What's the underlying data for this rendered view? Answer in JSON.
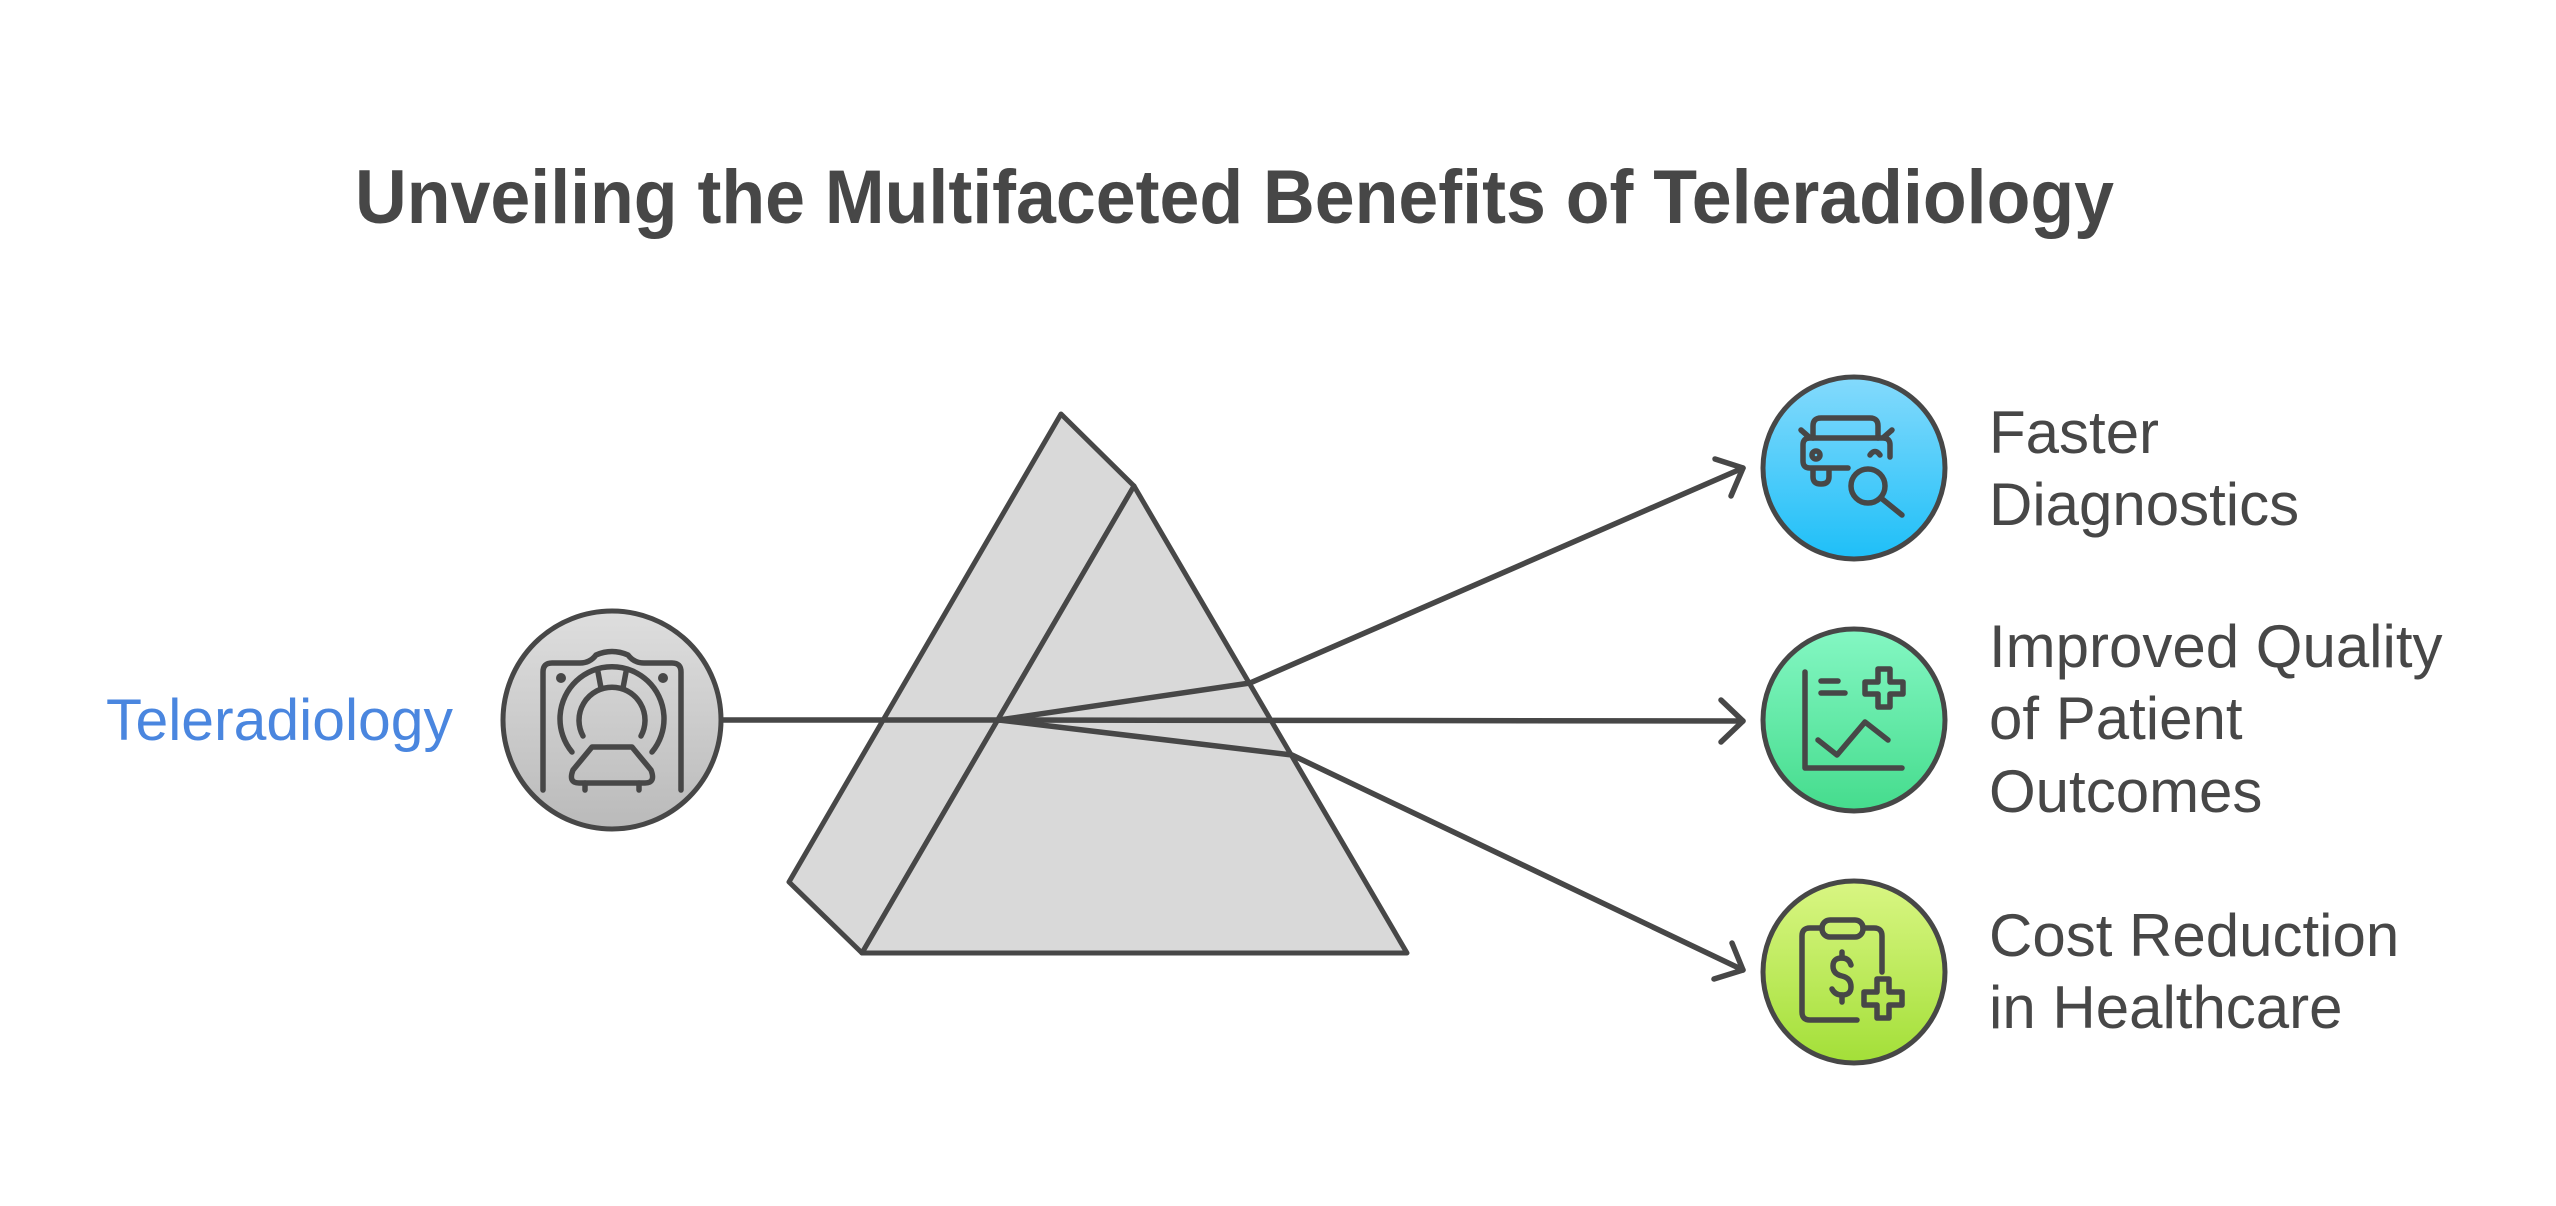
{
  "title": "Unveiling the Multifaceted Benefits of Teleradiology",
  "source": {
    "label": "Teleradiology",
    "icon": "ct-scanner-icon",
    "label_color": "#4a86df"
  },
  "prism": {
    "description": "light-dispersing prism"
  },
  "outcomes": [
    {
      "lines": [
        "Faster",
        "Diagnostics"
      ],
      "icon": "car-search-icon",
      "gradient": [
        "#84dafc",
        "#1ebff8"
      ]
    },
    {
      "lines": [
        "Improved Quality",
        "of Patient",
        "Outcomes"
      ],
      "icon": "chart-plus-icon",
      "gradient": [
        "#84f7c3",
        "#45dc8d"
      ]
    },
    {
      "lines": [
        "Cost Reduction",
        "in Healthcare"
      ],
      "icon": "clipboard-dollar-icon",
      "gradient": [
        "#d9f683",
        "#a3df38"
      ]
    }
  ],
  "colors": {
    "stroke": "#474747",
    "prism_fill": "#d9d9d9",
    "source_gradient": [
      "#dedede",
      "#bababa"
    ]
  }
}
